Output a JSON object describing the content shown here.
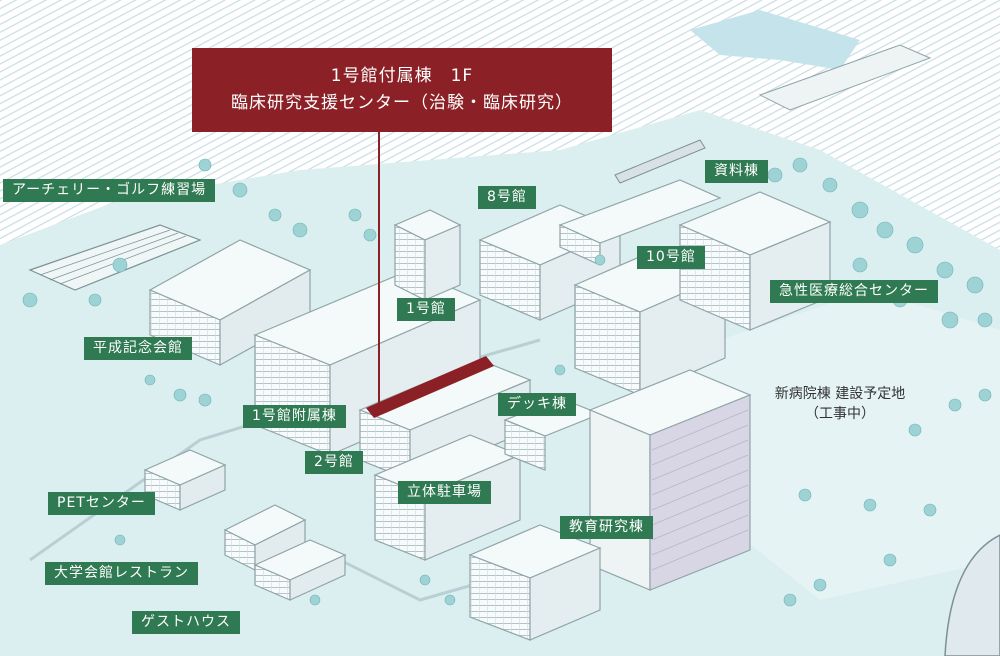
{
  "callout": {
    "line1": "1号館付属棟　1F",
    "line2": "臨床研究支援センター（治験・臨床研究）"
  },
  "labels": {
    "archery": "アーチェリー・ゴルフ練習場",
    "heisei": "平成記念会館",
    "bldg1": "1号館",
    "annex1": "1号館附属棟",
    "bldg2": "2号館",
    "pet": "PETセンター",
    "restaurant": "大学会館レストラン",
    "guesthouse": "ゲストハウス",
    "bldg8": "8号館",
    "archives": "資料棟",
    "bldg10": "10号館",
    "emergency": "急性医療総合センター",
    "deck": "デッキ棟",
    "parking": "立体駐車場",
    "education": "教育研究棟"
  },
  "newHospital": {
    "line1": "新病院棟  建設予定地",
    "line2": "（工事中）"
  },
  "colors": {
    "callout": "#8b2126",
    "label": "#2f7a52",
    "building": "#f4f9f9",
    "buildingLine": "#8fa4a8",
    "tree": "#9ed3d6",
    "ground": "#dbeef0"
  }
}
